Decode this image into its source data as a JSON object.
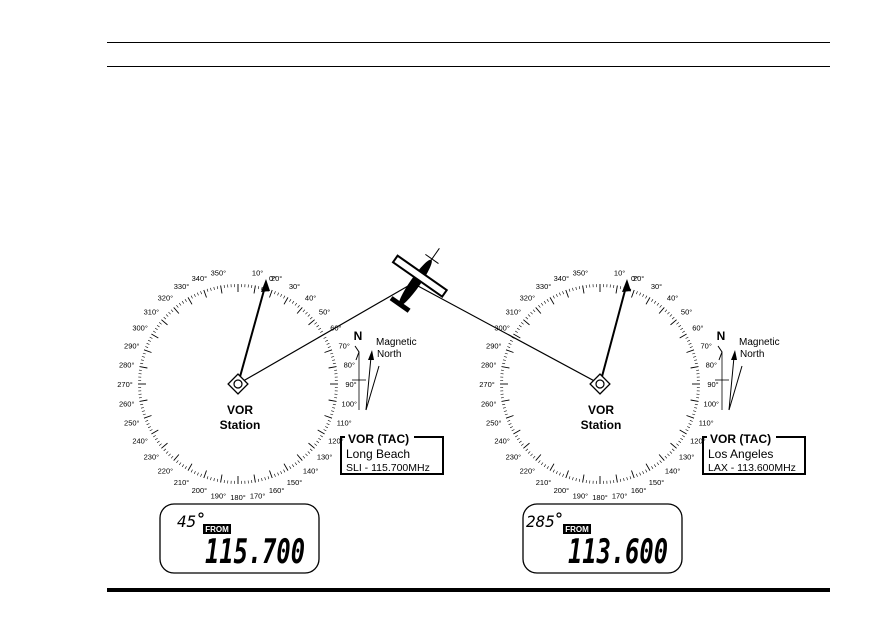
{
  "stations": [
    {
      "center_label_line1": "VOR",
      "center_label_line2": "Station",
      "info_title": "VOR (TAC)",
      "info_city": "Long Beach",
      "info_freq": "SLI - 115.700MHz",
      "lcd_bearing": "45",
      "lcd_mode": "FROM",
      "lcd_freq": "115.700"
    },
    {
      "center_label_line1": "VOR",
      "center_label_line2": "Station",
      "info_title": "VOR (TAC)",
      "info_city": "Los Angeles",
      "info_freq": "LAX - 113.600MHz",
      "lcd_bearing": "285",
      "lcd_mode": "FROM",
      "lcd_freq": "113.600"
    }
  ],
  "north": {
    "letter": "N",
    "label_line1": "Magnetic",
    "label_line2": "North"
  },
  "compass": {
    "labels": [
      "0°",
      "10°",
      "20°",
      "30°",
      "40°",
      "50°",
      "60°",
      "70°",
      "80°",
      "90°",
      "100°",
      "110°",
      "120°",
      "130°",
      "140°",
      "150°",
      "160°",
      "170°",
      "180°",
      "190°",
      "200°",
      "210°",
      "220°",
      "230°",
      "240°",
      "250°",
      "260°",
      "270°",
      "280°",
      "290°",
      "300°",
      "310°",
      "320°",
      "330°",
      "340°",
      "350°"
    ]
  }
}
